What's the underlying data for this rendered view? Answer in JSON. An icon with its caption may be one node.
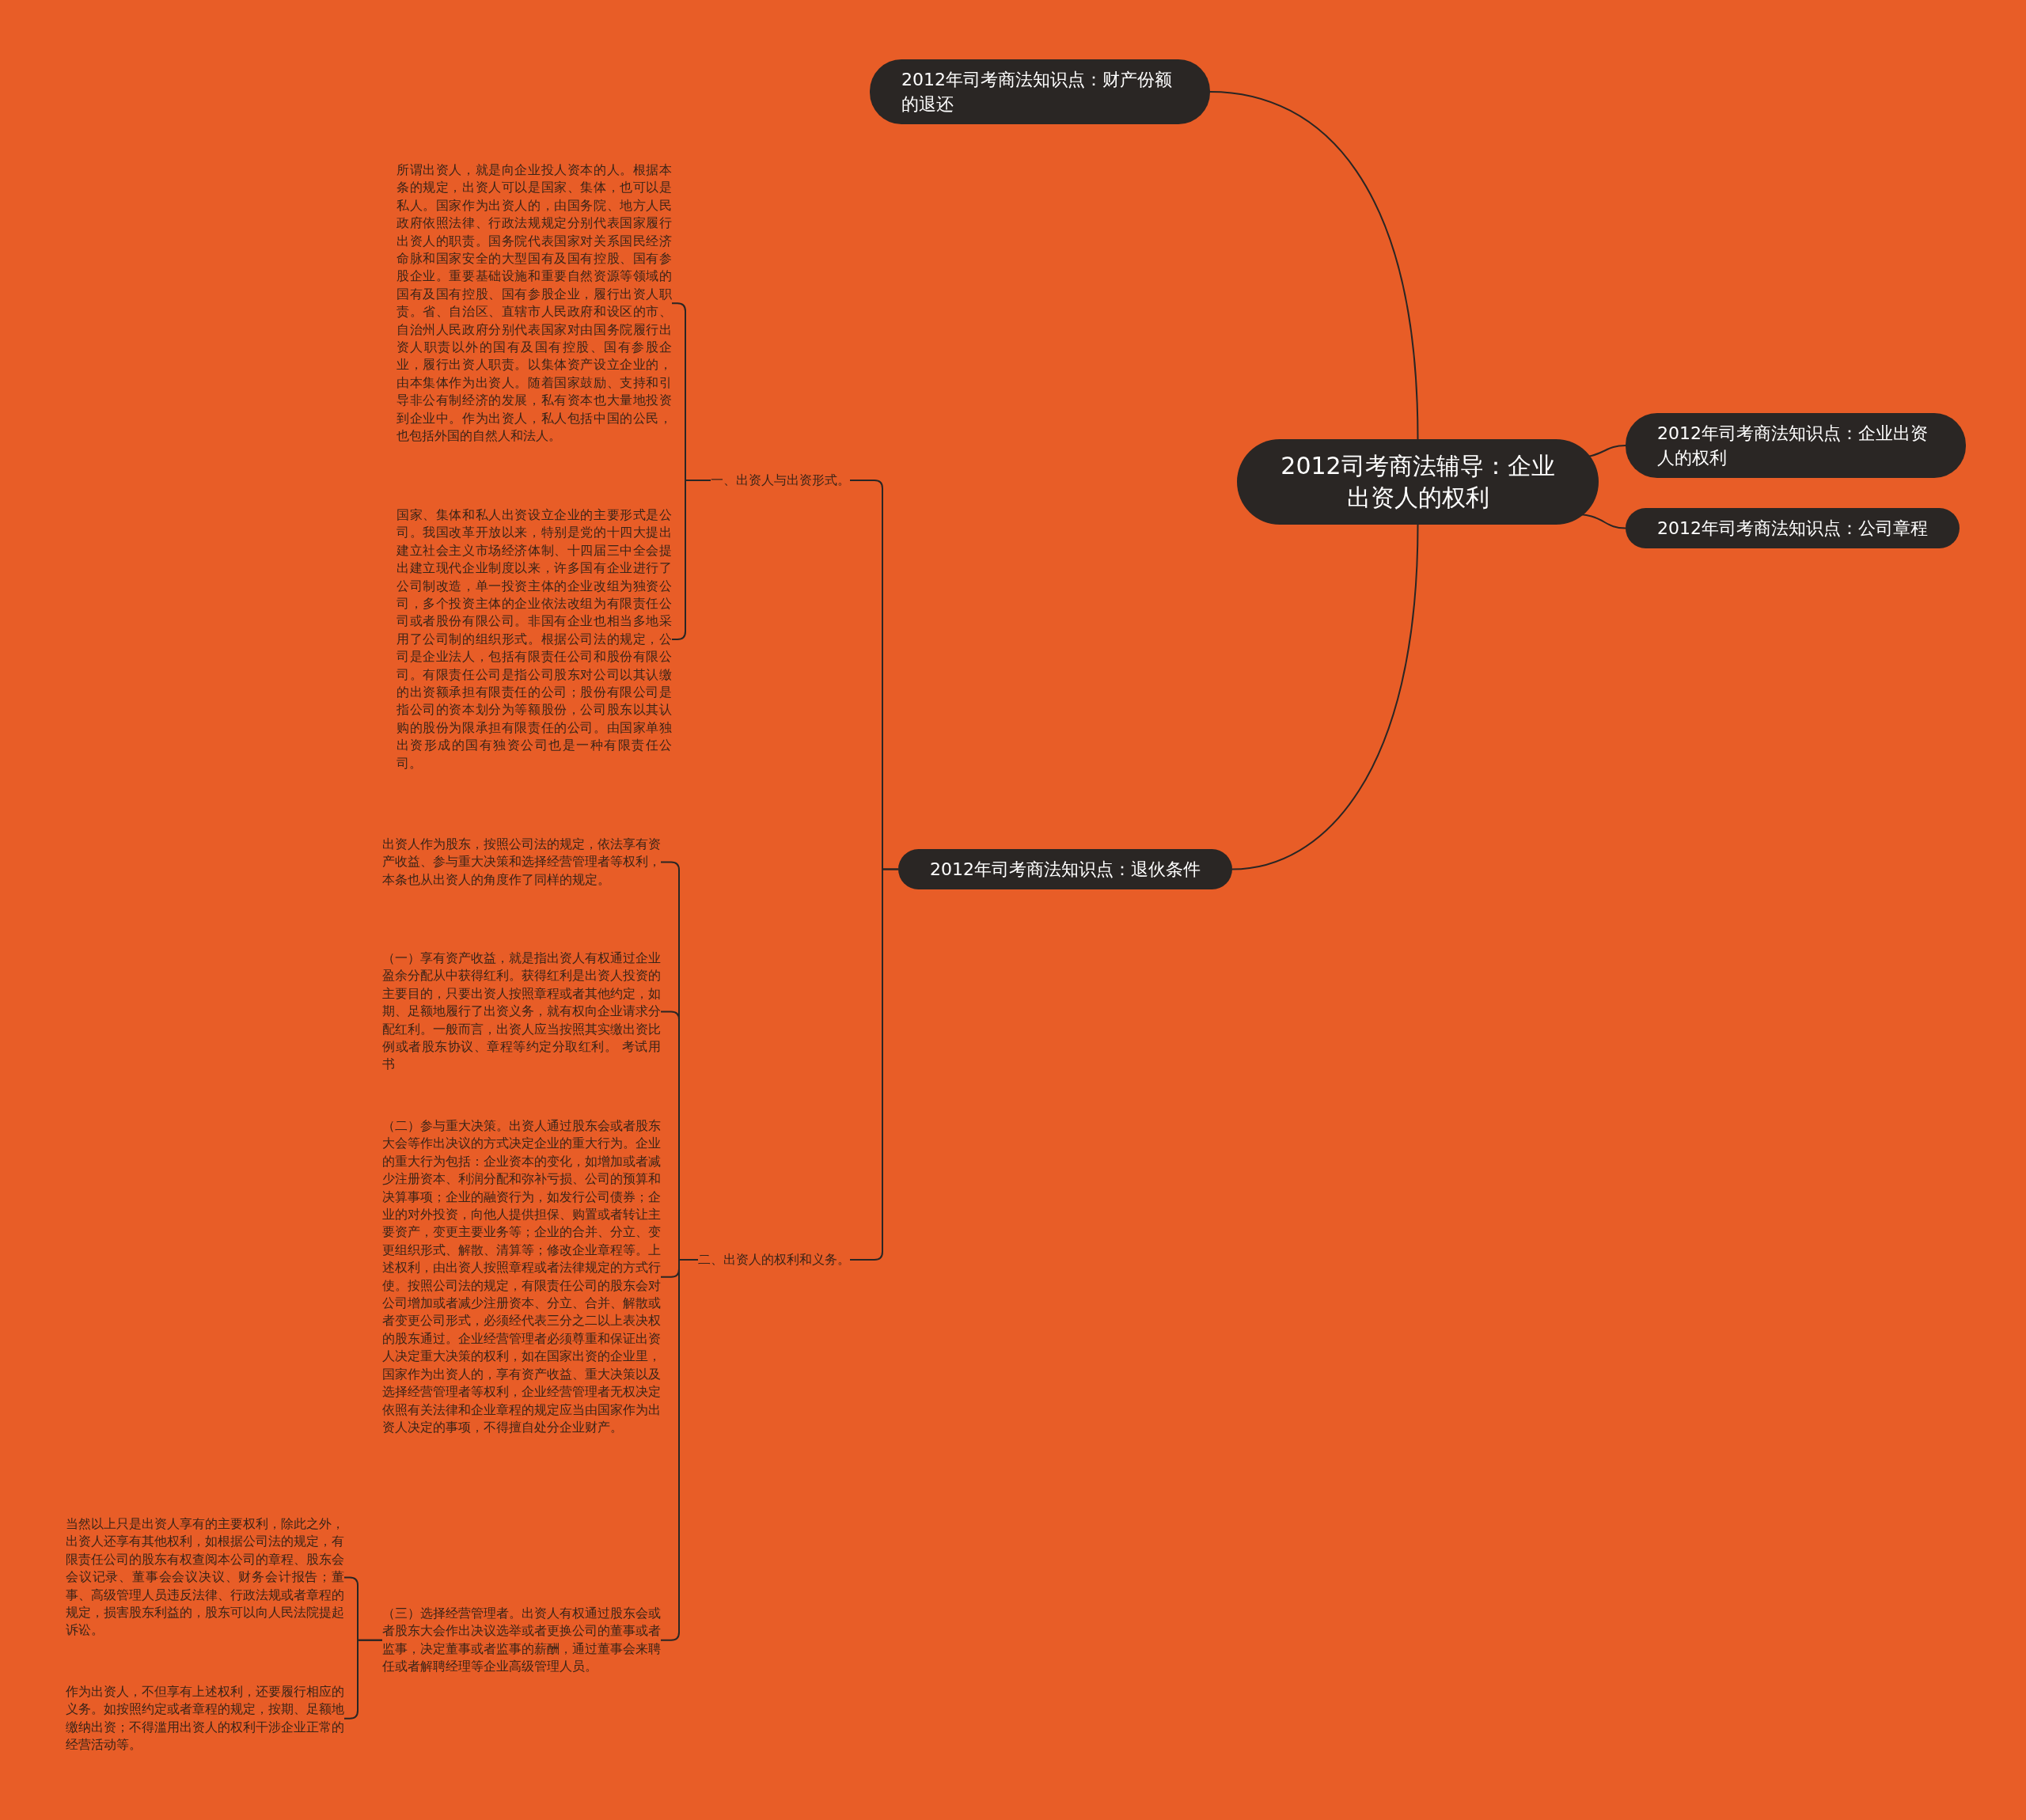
{
  "diagram": {
    "nodes": [
      {
        "text": [
          "2012司考商法辅导：企业出资人的权利"
        ]
      },
      {
        "text": [
          "2012年司考商法知识点：财产份额的退还"
        ]
      },
      {
        "text": [
          "2012年司考商法知识点：企业出资人的权利"
        ]
      },
      {
        "text": [
          "2012年司考商法知识点：公司章程"
        ]
      },
      {
        "text": [
          "2012年司考商法知识点：退伙条件"
        ]
      },
      {
        "text": [
          "一、出资人与出资形式。"
        ]
      },
      {
        "text": [
          "所谓出资人，就是向企业投人资本的人。根据本条的规定，出资人可以是国家、集体，也可以是私人。国家作为出资人的，由国务院、地方人民政府依照法律、行政法规规定分别代表国家履行出资人的职责。国务院代表国家对关系国民经济命脉和国家安全的大型国有及国有控股、国有参股企业。重要基础设施和重要自然资源等领域的国有及国有控股、国有参股企业，履行出资人职责。省、自治区、直辖市人民政府和设区的市、自治州人民政府分别代表国家对由国务院履行出资人职责以外的国有及国有控股、国有参股企业，履行出资人职责。以集体资产设立企业的，由本集体作为出资人。随着国家鼓励、支持和引导非公有制经济的发展，私有资本也大量地投资到企业中。作为出资人，私人包括中国的公民，也包括外国的自然人和法人。"
        ]
      },
      {
        "text": [
          "国家、集体和私人出资设立企业的主要形式是公司。我国改革开放以来，特别是党的十四大提出建立社会主义市场经济体制、十四届三中全会提出建立现代企业制度以来，许多国有企业进行了公司制改造，单一投资主体的企业改组为独资公司，多个投资主体的企业依法改组为有限责任公司或者股份有限公司。非国有企业也相当多地采用了公司制的组织形式。根据公司法的规定，公司是企业法人，包括有限责任公司和股份有限公司。有限责任公司是指公司股东对公司以其认缴的出资额承担有限责任的公司；股份有限公司是指公司的资本划分为等额股份，公司股东以其认购的股份为限承担有限责任的公司。由国家单独出资形成的国有独资公司也是一种有限责任公司。"
        ]
      },
      {
        "text": [
          "二、出资人的权利和义务。"
        ]
      },
      {
        "text": [
          "出资人作为股东，按照公司法的规定，依法享有资产收益、参与重大决策和选择经营管理者等权利，本条也从出资人的角度作了同样的规定。"
        ]
      },
      {
        "text": [
          "（一）享有资产收益，就是指出资人有权通过企业盈余分配从中获得红利。获得红利是出资人投资的主要目的，只要出资人按照章程或者其他约定，如期、足额地履行了出资义务，就有权向企业请求分配红利。一般而言，出资人应当按照其实缴出资比例或者股东协议、章程等约定分取红利。 考试用书"
        ]
      },
      {
        "text": [
          "（二）参与重大决策。出资人通过股东会或者股东大会等作出决议的方式决定企业的重大行为。企业的重大行为包括：企业资本的变化，如增加或者减少注册资本、利润分配和弥补亏损、公司的预算和决算事项；企业的融资行为，如发行公司债券；企业的对外投资，向他人提供担保、购置或者转让主要资产，变更主要业务等；企业的合并、分立、变更组织形式、解散、清算等；修改企业章程等。上述权利，由出资人按照章程或者法律规定的方式行使。按照公司法的规定，有限责任公司的股东会对公司增加或者减少注册资本、分立、合并、解散或者变更公司形式，必须经代表三分之二以上表决权的股东通过。企业经营管理者必须尊重和保证出资人决定重大决策的权利，如在国家出资的企业里，国家作为出资人的，享有资产收益、重大决策以及选择经营管理者等权利，企业经营管理者无权决定依照有关法律和企业章程的规定应当由国家作为出资人决定的事项，不得擅自处分企业财产。"
        ]
      },
      {
        "text": [
          "（三）选择经营管理者。出资人有权通过股东会或者股东大会作出决议选举或者更换公司的董事或者监事，决定董事或者监事的薪酬，通过董事会来聘任或者解聘经理等企业高级管理人员。"
        ]
      },
      {
        "text": [
          "当然以上只是出资人享有的主要权利，除此之外，出资人还享有其他权利，如根据公司法的规定，有限责任公司的股东有权查阅本公司的章程、股东会会议记录、董事会会议决议、财务会计报告；董事、高级管理人员违反法律、行政法规或者章程的规定，损害股东利益的，股东可以向人民法院提起诉讼。"
        ]
      },
      {
        "text": [
          "作为出资人，不但享有上述权利，还要履行相应的义务。如按照约定或者章程的规定，按期、足额地缴纳出资；不得滥用出资人的权利干涉企业正常的经营活动等。"
        ]
      }
    ],
    "edges": [
      {
        "from": 0,
        "to": 1,
        "arrow": "none"
      },
      {
        "from": 0,
        "to": 2,
        "arrow": "none"
      },
      {
        "from": 0,
        "to": 3,
        "arrow": "none"
      },
      {
        "from": 0,
        "to": 4,
        "arrow": "none"
      },
      {
        "from": 4,
        "to": 5,
        "arrow": "none"
      },
      {
        "from": 4,
        "to": 8,
        "arrow": "none"
      },
      {
        "from": 5,
        "to": 6,
        "arrow": "none"
      },
      {
        "from": 5,
        "to": 7,
        "arrow": "none"
      },
      {
        "from": 8,
        "to": 9,
        "arrow": "none"
      },
      {
        "from": 8,
        "to": 10,
        "arrow": "none"
      },
      {
        "from": 8,
        "to": 11,
        "arrow": "none"
      },
      {
        "from": 8,
        "to": 12,
        "arrow": "none"
      },
      {
        "from": 12,
        "to": 13,
        "arrow": "none"
      },
      {
        "from": 12,
        "to": 14,
        "arrow": "none"
      }
    ]
  }
}
